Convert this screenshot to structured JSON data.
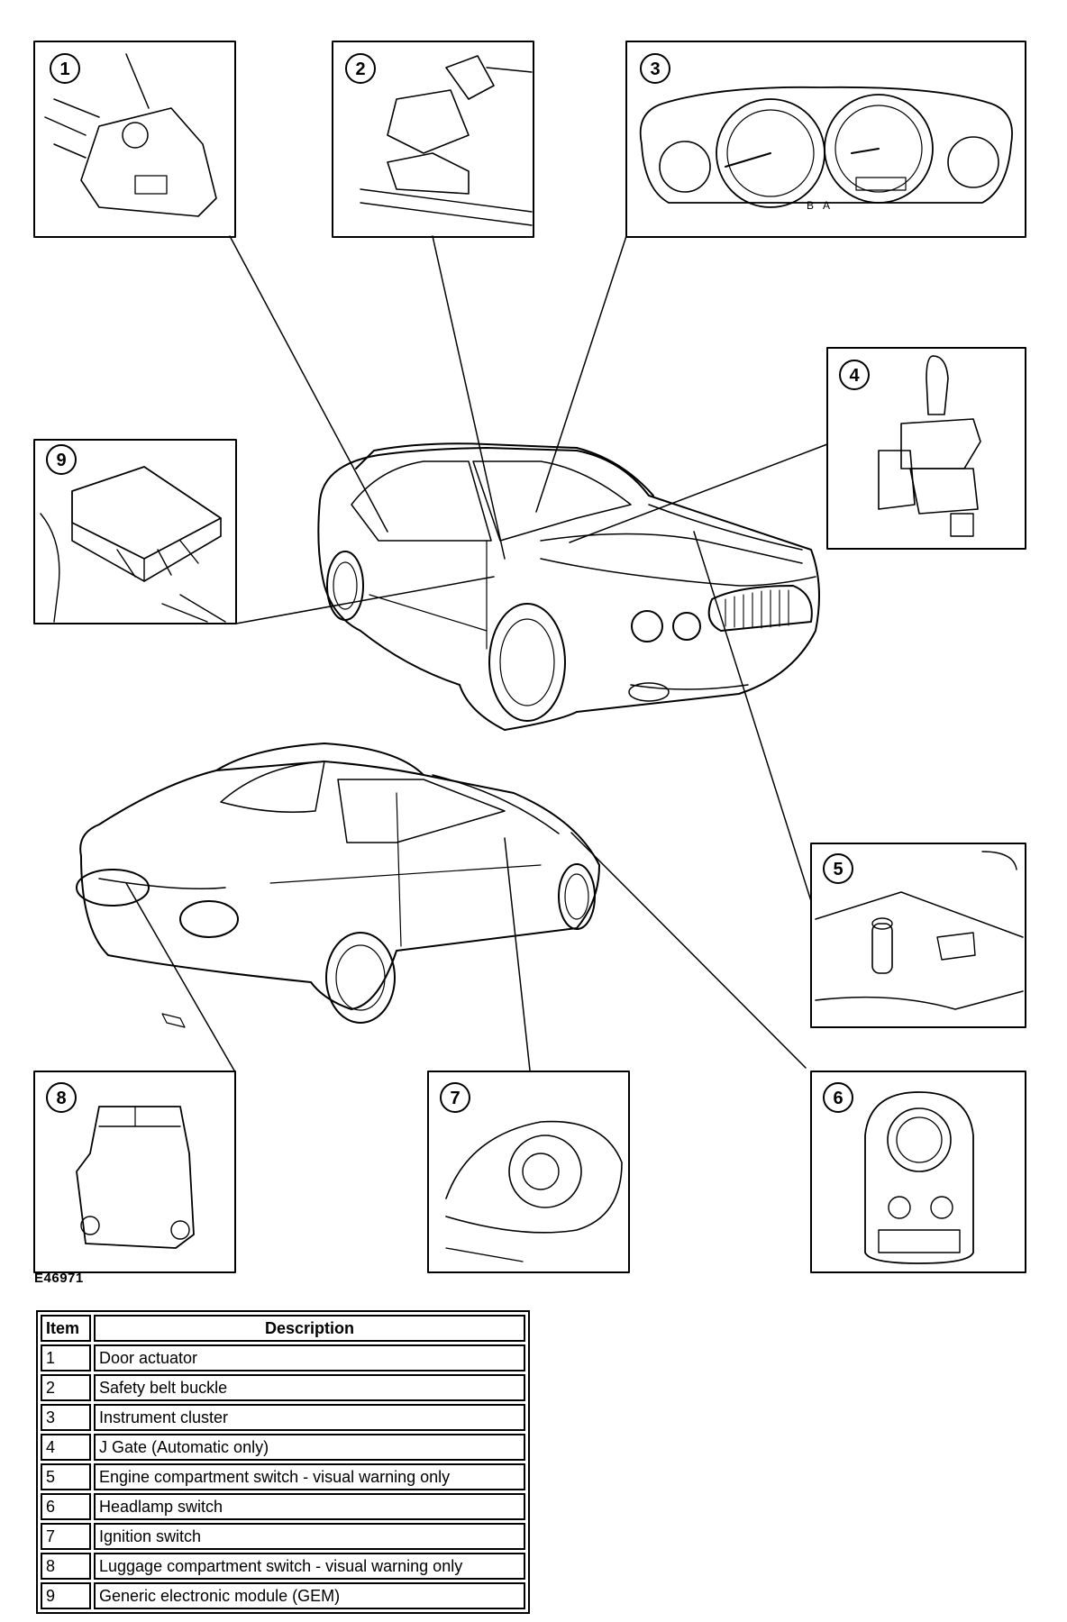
{
  "figure_id": "E46971",
  "callouts": [
    {
      "number": "1",
      "component": "door-actuator"
    },
    {
      "number": "2",
      "component": "safety-belt-buckle"
    },
    {
      "number": "3",
      "component": "instrument-cluster"
    },
    {
      "number": "4",
      "component": "j-gate"
    },
    {
      "number": "5",
      "component": "engine-compartment-switch"
    },
    {
      "number": "6",
      "component": "headlamp-switch"
    },
    {
      "number": "7",
      "component": "ignition-switch"
    },
    {
      "number": "8",
      "component": "luggage-compartment-switch"
    },
    {
      "number": "9",
      "component": "generic-electronic-module"
    }
  ],
  "cluster_letters": {
    "b": "B",
    "a": "A"
  },
  "legend": {
    "header_item": "Item",
    "header_description": "Description",
    "rows": [
      {
        "item": "1",
        "description": "Door actuator"
      },
      {
        "item": "2",
        "description": "Safety belt buckle"
      },
      {
        "item": "3",
        "description": "Instrument cluster"
      },
      {
        "item": "4",
        "description": "J Gate (Automatic only)"
      },
      {
        "item": "5",
        "description": "Engine compartment switch - visual warning only"
      },
      {
        "item": "6",
        "description": "Headlamp switch"
      },
      {
        "item": "7",
        "description": "Ignition switch"
      },
      {
        "item": "8",
        "description": "Luggage compartment switch - visual warning only"
      },
      {
        "item": "9",
        "description": "Generic electronic module (GEM)"
      }
    ]
  }
}
